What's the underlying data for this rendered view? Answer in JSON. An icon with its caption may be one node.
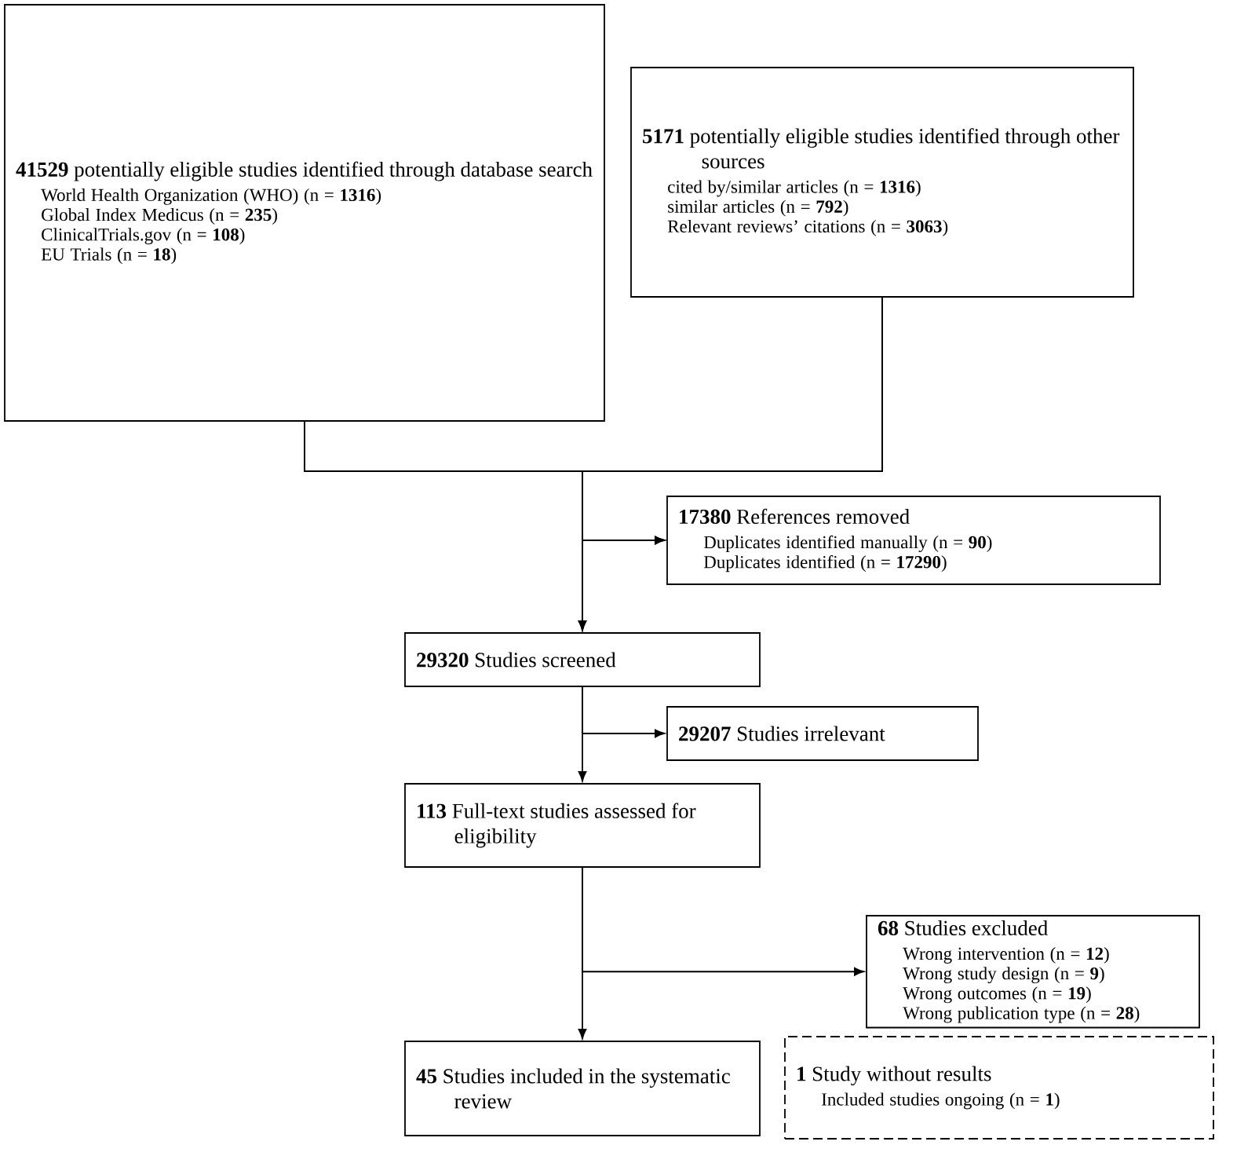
{
  "diagram": {
    "nodes": [
      {
        "text": [
          "**41529** potentially eligible studies identified through database search",
          "World Health Organization (WHO) (n = **1316**)",
          "Global Index Medicus (n = **235**)",
          "ClinicalTrials.gov (n = **108**)",
          "EU Trials (n = **18**)"
        ]
      },
      {
        "text": [
          "**5171** potentially eligible studies identified through other sources",
          "cited by/similar articles (n = **1316**)",
          "similar articles (n = **792**)",
          "Relevant reviews’ citations (n = **3063**)"
        ]
      },
      {
        "text": [
          "**17380** References removed",
          "Duplicates identified manually (n = **90**)",
          "Duplicates identified (n = **17290**)"
        ]
      },
      {
        "text": [
          "**29320** Studies screened"
        ]
      },
      {
        "text": [
          "**29207** Studies irrelevant"
        ]
      },
      {
        "text": [
          "**113** Full-text studies assessed for eligibility"
        ]
      },
      {
        "text": [
          "**68** Studies excluded",
          "Wrong intervention (n = **12**)",
          "Wrong study design (n = **9**)",
          "Wrong outcomes (n = **19**)",
          "Wrong publication type (n = **28**)"
        ]
      },
      {
        "text": [
          "**45** Studies included in the systematic review"
        ]
      },
      {
        "text": [
          "**1** Study without results",
          "Included studies ongoing (n = **1**)"
        ]
      }
    ],
    "edges": [
      {
        "from": 0,
        "to": 3,
        "arrow": "to"
      },
      {
        "from": 1,
        "to": 3,
        "arrow": "to"
      },
      {
        "from": 0,
        "to": 2,
        "arrow": "to"
      },
      {
        "from": 1,
        "to": 2,
        "arrow": "to"
      },
      {
        "from": 3,
        "to": 4,
        "arrow": "to"
      },
      {
        "from": 3,
        "to": 5,
        "arrow": "to"
      },
      {
        "from": 5,
        "to": 6,
        "arrow": "to"
      },
      {
        "from": 5,
        "to": 7,
        "arrow": "to"
      }
    ]
  }
}
